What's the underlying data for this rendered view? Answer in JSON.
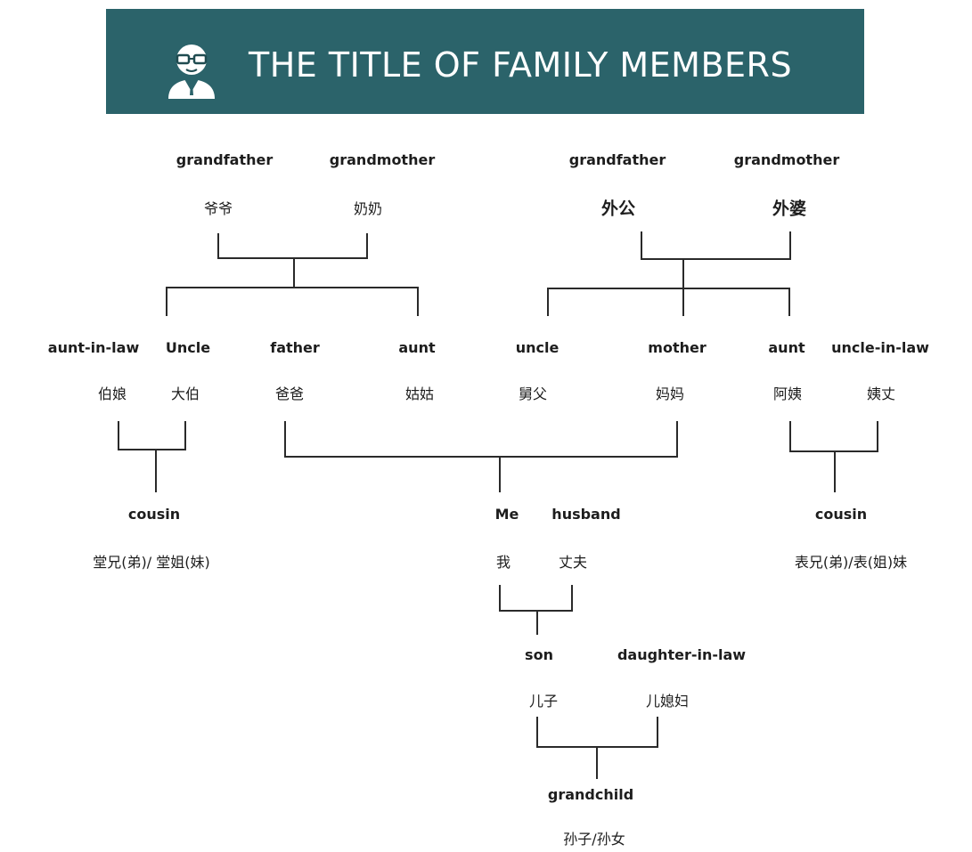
{
  "header": {
    "title": "THE TITLE OF FAMILY MEMBERS",
    "icon": "person-with-glasses-icon",
    "background": "#2b636a"
  },
  "paternal": {
    "grandfather": {
      "en": "grandfather",
      "zh": "爷爷"
    },
    "grandmother": {
      "en": "grandmother",
      "zh": "奶奶"
    },
    "aunt_in_law": {
      "en": "aunt-in-law",
      "zh": "伯娘"
    },
    "uncle": {
      "en": "Uncle",
      "zh": "大伯"
    },
    "father": {
      "en": "father",
      "zh": "爸爸"
    },
    "aunt": {
      "en": "aunt",
      "zh": "姑姑"
    },
    "cousin": {
      "en": "cousin",
      "zh": "堂兄(弟)/ 堂姐(妹)"
    }
  },
  "maternal": {
    "grandfather": {
      "en": "grandfather",
      "zh": "外公"
    },
    "grandmother": {
      "en": "grandmother",
      "zh": "外婆"
    },
    "uncle": {
      "en": "uncle",
      "zh": "舅父"
    },
    "mother": {
      "en": "mother",
      "zh": "妈妈"
    },
    "aunt": {
      "en": "aunt",
      "zh": "阿姨"
    },
    "uncle_in_law": {
      "en": "uncle-in-law",
      "zh": "姨丈"
    },
    "cousin": {
      "en": "cousin",
      "zh": "表兄(弟)/表(姐)妹"
    }
  },
  "self": {
    "me": {
      "en": "Me",
      "zh": "我"
    },
    "husband": {
      "en": "husband",
      "zh": "丈夫"
    },
    "son": {
      "en": "son",
      "zh": "儿子"
    },
    "daughter_in_law": {
      "en": "daughter-in-law",
      "zh": "儿媳妇"
    },
    "grandchild": {
      "en": "grandchild",
      "zh": "孙子/孙女"
    }
  }
}
